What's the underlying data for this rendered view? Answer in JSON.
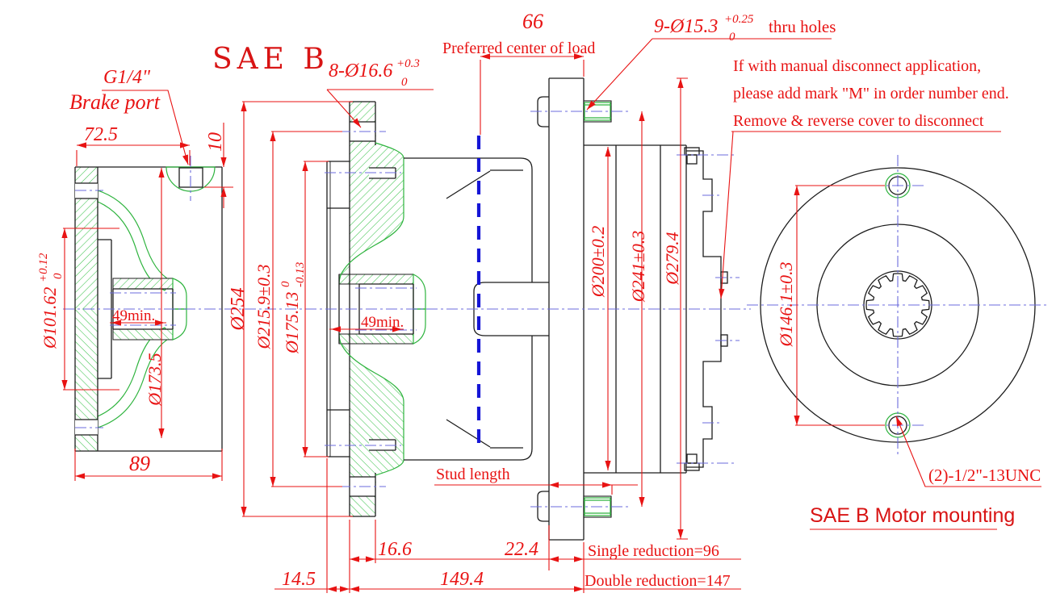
{
  "drawing": {
    "title": "SAE B",
    "mount_caption": "SAE B Motor mounting",
    "labels": {
      "brake_port_size": "G1/4\"",
      "brake_port": "Brake port",
      "preferred_center": "Preferred center of load",
      "stud_length": "Stud length",
      "thru_holes_main": "9-Ø15.3",
      "thru_holes_sup": "+0.25",
      "thru_holes_sub": "0",
      "thru_holes_suffix": "thru holes",
      "holes8_main": "8-Ø16.6",
      "holes8_sup": "+0.3",
      "holes8_sub": "0",
      "unc_note": "(2)-1/2\"-13UNC",
      "note_line1": "If with manual disconnect application,",
      "note_line2": "please add mark \"M\" in order number end.",
      "note_line3": "Remove & reverse cover to disconnect"
    },
    "dims": {
      "w72_5": "72.5",
      "d10": "10",
      "d66": "66",
      "d89": "89",
      "spline_depth_left": "49min.",
      "spline_depth_mid": "49min.",
      "d101_main": "Ø101.62",
      "d101_sup": "+0.12",
      "d101_sub": "0",
      "d173": "Ø173.5",
      "d254": "Ø254",
      "d215": "Ø215.9±0.3",
      "d175_main": "Ø175.13",
      "d175_sup": "0",
      "d175_sub": "-0.13",
      "d200": "Ø200±0.2",
      "d241": "Ø241±0.3",
      "d279": "Ø279.4",
      "d146": "Ø146.1±0.3",
      "d16_6": "16.6",
      "d14_5": "14.5",
      "d22_4": "22.4",
      "d149_4": "149.4",
      "single_red": "Single reduction=96",
      "double_red": "Double reduction=147"
    },
    "colors": {
      "dimension": "#e81313",
      "geometry": "#1c1c1c",
      "section_hatch": "#3cc24c",
      "centerline": "#6b6bdc",
      "load_centerline": "#1515d6",
      "background": "#ffffff"
    }
  }
}
